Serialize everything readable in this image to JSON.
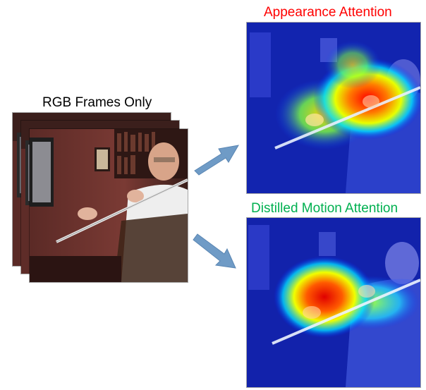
{
  "labels": {
    "rgb": "RGB Frames Only",
    "appearance": "Appearance Attention",
    "motion": "Distilled Motion Attention"
  },
  "colors": {
    "appearance_label": "#ff0000",
    "motion_label": "#00b050",
    "arrow": "#6f9bc6"
  },
  "frames": {
    "rgb_stack_count": 3,
    "content": "man-playing-flute"
  },
  "heatmaps": {
    "appearance": "attention-on-face-and-hands",
    "motion": "attention-on-hands-and-flute"
  }
}
